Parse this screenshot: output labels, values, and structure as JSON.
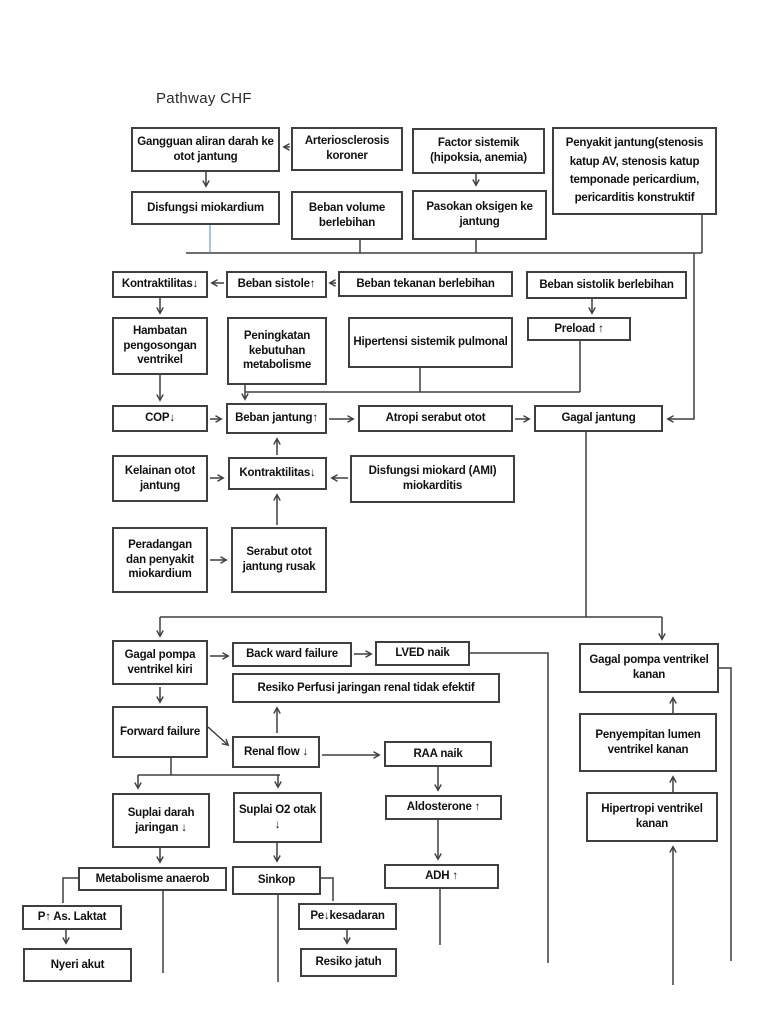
{
  "title": "Pathway CHF",
  "nodes": {
    "gangguan": "Gangguan aliran darah ke otot jantung",
    "arterio": "Arteriosclerosis koroner",
    "factor": "Factor sistemik (hipoksia, anemia)",
    "penyakit": "Penyakit jantung(stenosis katup AV, stenosis katup temponade pericardium, pericarditis konstruktif",
    "disfungsi_miokardium": "Disfungsi miokardium",
    "beban_volume": "Beban volume berlebihan",
    "pasokan": "Pasokan oksigen ke jantung",
    "kontraktilitas1": "Kontraktilitas↓",
    "beban_sistole": "Beban sistole↑",
    "beban_tekanan": "Beban tekanan berlebihan",
    "beban_sistolik": "Beban sistolik berlebihan",
    "hambatan": "Hambatan pengosongan ventrikel",
    "peningkatan": "Peningkatan kebutuhan metabolisme",
    "hipertensi": "Hipertensi sistemik pulmonal",
    "preload": "Preload ↑",
    "cop": "COP↓",
    "beban_jantung": "Beban jantung↑",
    "atropi": "Atropi serabut otot",
    "gagal_jantung": "Gagal jantung",
    "kelainan": "Kelainan otot jantung",
    "kontraktilitas2": "Kontraktilitas↓",
    "disfungsi_ami": "Disfungsi miokard (AMI) miokarditis",
    "peradangan": "Peradangan dan penyakit miokardium",
    "serabut": "Serabut otot jantung rusak",
    "gagal_kiri": "Gagal pompa ventrikel kiri",
    "backward": "Back ward failure",
    "lved": "LVED naik",
    "resiko_perfusi": "Resiko Perfusi jaringan renal tidak efektif",
    "forward": "Forward failure",
    "renal_flow": "Renal flow ↓",
    "raa": "RAA naik",
    "aldosterone": "Aldosterone ↑",
    "adh": "ADH ↑",
    "suplai_darah": "Suplai darah jaringan ↓",
    "suplai_o2": "Suplai O2 otak ↓",
    "metabolisme": "Metabolisme anaerob",
    "sinkop": "Sinkop",
    "p_laktat": "P↑ As. Laktat",
    "nyeri_akut": "Nyeri akut",
    "pe_kesadaran": "Pe↓kesadaran",
    "resiko_jatuh": "Resiko jatuh",
    "gagal_kanan": "Gagal pompa ventrikel kanan",
    "penyempitan": "Penyempitan lumen ventrikel kanan",
    "hipertropi": "Hipertropi ventrikel kanan"
  },
  "colors": {
    "line": "#3f3f3f",
    "accent_blue": "#7fb2e5"
  }
}
